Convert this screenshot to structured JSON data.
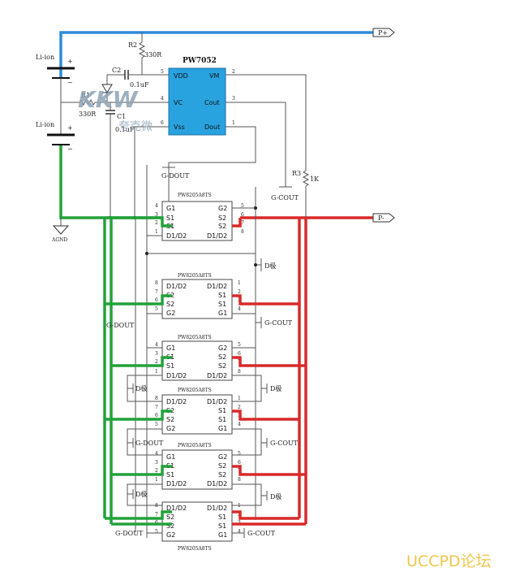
{
  "terminals": {
    "p_plus": "P+",
    "p_minus": "P-",
    "agnd": "AGND"
  },
  "battery": {
    "label_top": "Li-ion",
    "label_bottom": "Li-ion",
    "plus": "+",
    "minus": "−"
  },
  "resistors": {
    "r2": {
      "name": "R2",
      "value": "330R"
    },
    "r1": {
      "name": "R1",
      "value": "330R"
    },
    "r3": {
      "name": "R3",
      "value": "1K"
    }
  },
  "capacitors": {
    "c2": {
      "name": "C2",
      "value": "0.1uF"
    },
    "c1": {
      "name": "C1",
      "value": "0.1uF"
    }
  },
  "controller": {
    "name": "PW7052",
    "color": "#29a3e0",
    "pins_left": [
      {
        "num": "5",
        "label": "VDD"
      },
      {
        "num": "4",
        "label": "VC"
      },
      {
        "num": "6",
        "label": "Vss"
      }
    ],
    "pins_right": [
      {
        "num": "2",
        "label": "VM"
      },
      {
        "num": "3",
        "label": "Cout"
      },
      {
        "num": "1",
        "label": "Dout"
      }
    ]
  },
  "net_labels": {
    "g_dout": "G-DOUT",
    "g_cout": "G-COUT",
    "d_pole": "D极"
  },
  "mosfet": {
    "name": "PW8205A8TS",
    "pins": {
      "g1": "G1",
      "g2": "G2",
      "s1": "S1",
      "s2": "S2",
      "d1d2": "D1/D2",
      "n1": "1",
      "n2": "2",
      "n3": "3",
      "n4": "4",
      "n5": "5",
      "n6": "6",
      "n7": "7",
      "n8": "8"
    }
  },
  "wire_colors": {
    "blue": "#2e8bd8",
    "green": "#22a23a",
    "red": "#d82a2a"
  },
  "watermark": {
    "text": "KKW",
    "caption": "夸克微",
    "color": "#8fa3b5"
  },
  "forum": {
    "text": "UCCPD论坛",
    "color": "#f0c64b"
  }
}
